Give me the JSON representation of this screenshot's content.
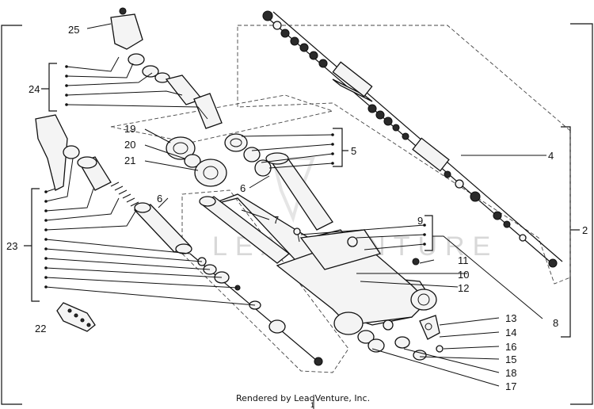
{
  "diagram": {
    "watermark": "LEADVENTURE",
    "credit": "Rendered by LeadVenture, Inc.",
    "callouts": {
      "c1": "1",
      "c2": "2",
      "c4": "4",
      "c5": "5",
      "c6a": "6",
      "c6b": "6",
      "c7": "7",
      "c8": "8",
      "c9": "9",
      "c10": "10",
      "c11": "11",
      "c12": "12",
      "c13": "13",
      "c14": "14",
      "c15": "15",
      "c16": "16",
      "c17": "17",
      "c18": "18",
      "c19": "19",
      "c20": "20",
      "c21": "21",
      "c22": "22",
      "c23": "23",
      "c24": "24",
      "c25": "25"
    }
  }
}
